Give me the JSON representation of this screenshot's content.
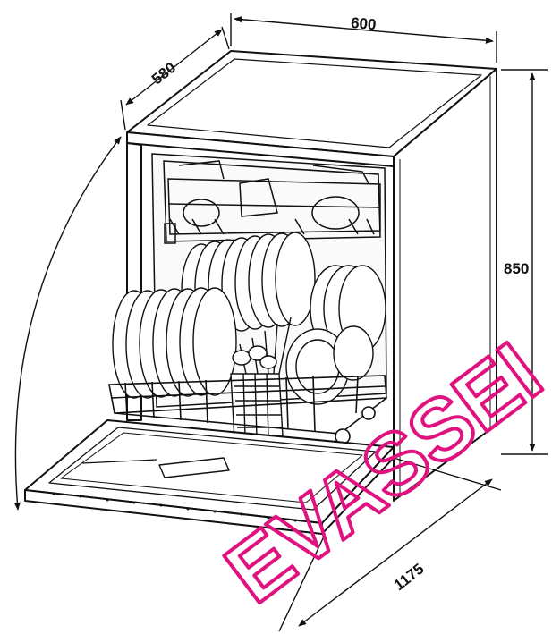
{
  "dimensions": {
    "width": "600",
    "depth": "580",
    "height": "850",
    "open_door_depth": "1175"
  },
  "watermark": {
    "text": "EVASSEI"
  },
  "colors": {
    "line": "#111111",
    "watermark": "#e0127f",
    "background": "#ffffff"
  }
}
